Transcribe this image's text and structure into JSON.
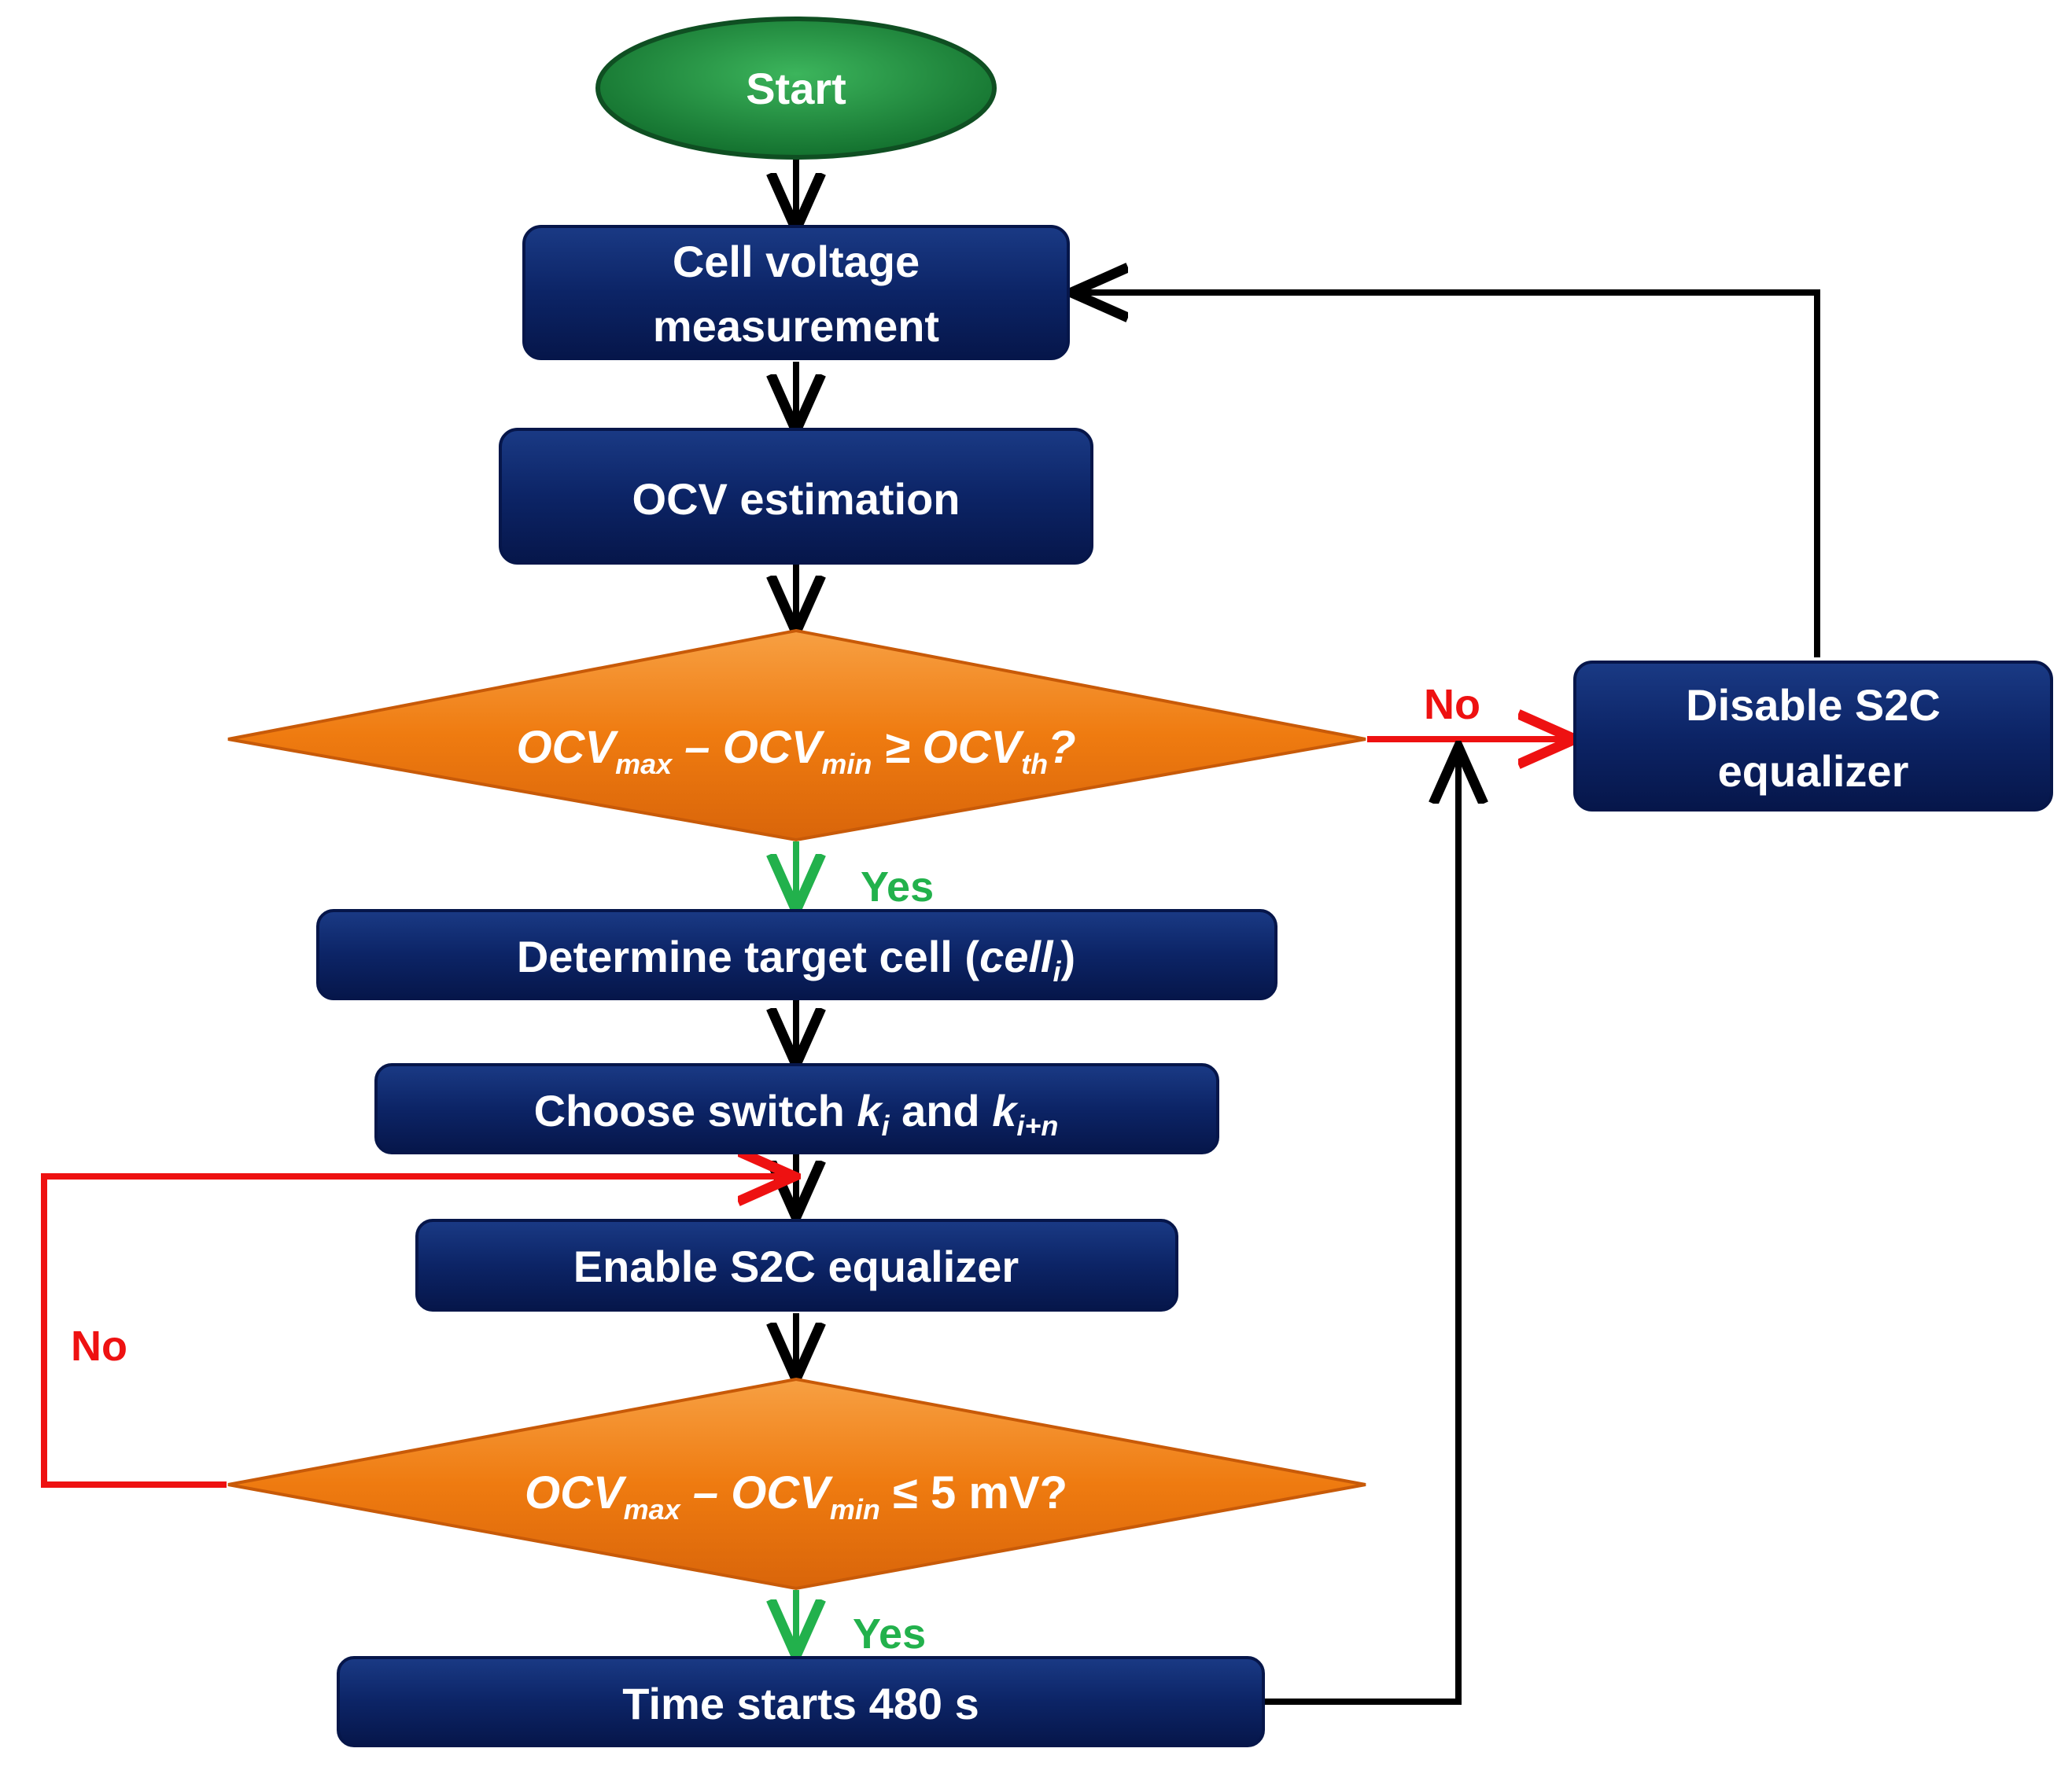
{
  "nodes": {
    "start": "Start",
    "cell_voltage_line1": "Cell voltage",
    "cell_voltage_line2": "measurement",
    "ocv_estimation": "OCV estimation",
    "decision1": {
      "ocv1": "OCV",
      "max1": "max",
      "minus": " – ",
      "ocv2": "OCV",
      "min1": "min",
      "geq": " ≥ ",
      "ocv3": "OCV",
      "th": "th",
      "q": "?"
    },
    "disable_line1": "Disable S2C",
    "disable_line2": "equalizer",
    "determine": {
      "text": "Determine target cell (",
      "cell": "cell",
      "i": "i",
      "close": ")"
    },
    "choose": {
      "text": "Choose switch ",
      "k1": "k",
      "i": "i",
      "and": " and ",
      "k2": "k",
      "in": "i+n"
    },
    "enable": "Enable S2C equalizer",
    "decision2": {
      "ocv1": "OCV",
      "max1": "max",
      "minus": " – ",
      "ocv2": "OCV",
      "min1": "min",
      "rest": " ≤ 5 mV?"
    },
    "time": "Time starts 480 s"
  },
  "labels": {
    "yes1": "Yes",
    "yes2": "Yes",
    "no1": "No",
    "no2": "No"
  },
  "colors": {
    "process_box": "#102a6b",
    "decision": "#f07d12",
    "start": "#1f8a3c",
    "yes_arrow": "#22b14c",
    "no_arrow": "#ee1111",
    "flow_arrow": "#000000"
  }
}
